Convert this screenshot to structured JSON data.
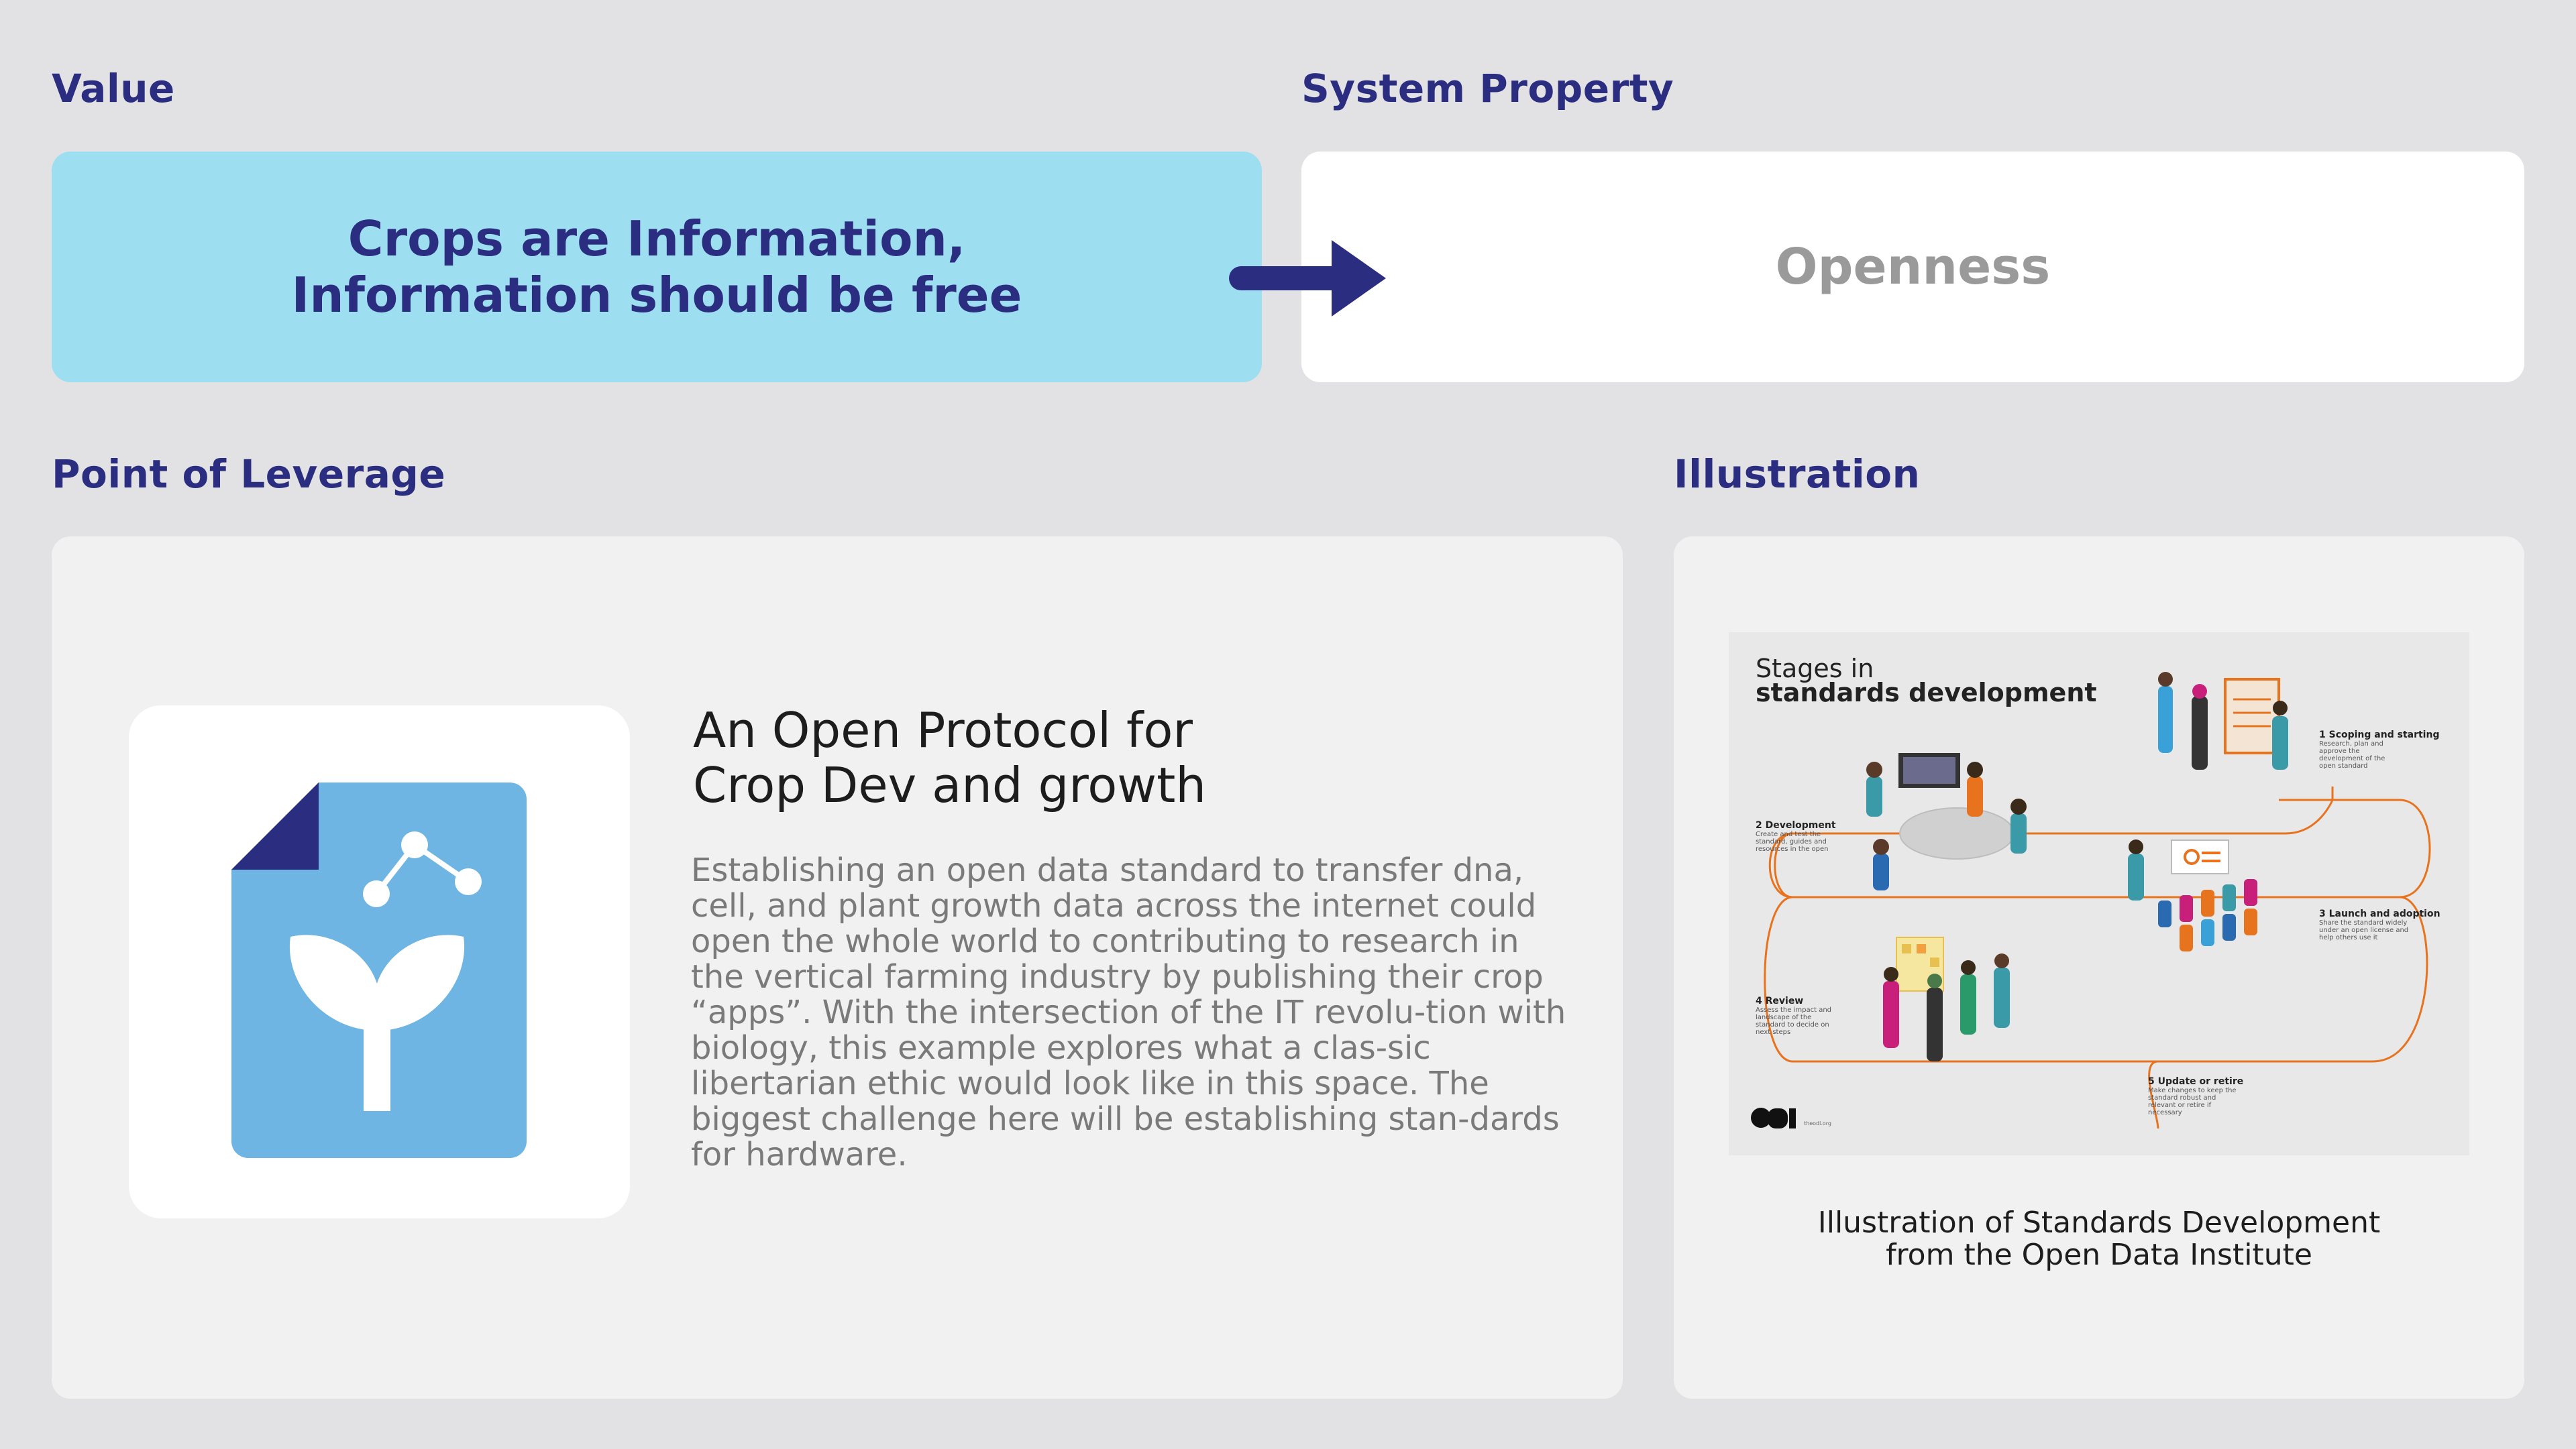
{
  "sections": {
    "value": "Value",
    "system_property": "System Property",
    "point_of_leverage": "Point of Leverage",
    "illustration": "Illustration"
  },
  "value_card": {
    "line1": "Crops are Information,",
    "line2": "Information should be free"
  },
  "system_property_card": {
    "text": "Openness"
  },
  "leverage": {
    "title_line1": "An Open Protocol for",
    "title_line2": "Crop Dev and growth",
    "body": "Establishing an open data standard to transfer dna, cell, and plant growth data across the internet could open the whole world to contributing to research in the vertical farming industry by publishing their crop “apps”. With the intersection of the IT revolu-tion with biology, this example explores what a clas-sic libertarian ethic would look like in this space. The biggest challenge here will be establishing stan-dards for hardware.",
    "icon": "document-plant-icon"
  },
  "illustration": {
    "caption_line1": "Illustration of Standards Development",
    "caption_line2": "from the Open Data Institute",
    "image": {
      "title_line1": "Stages in",
      "title_line2": "standards development",
      "stage1_title": "1 Scoping and starting",
      "stage1_desc": "Research, plan and approve the development of the open standard",
      "stage2_title": "2 Development",
      "stage2_desc": "Create and test the standard, guides and resources in the open",
      "stage3_title": "3 Launch and adoption",
      "stage3_desc": "Share the standard widely under an open license and help others use it",
      "stage4_title": "4 Review",
      "stage4_desc": "Assess the impact and landscape of the standard to decide on next steps",
      "stage5_title": "5 Update or retire",
      "stage5_desc": "Make changes to keep the standard robust and relevant or retire if necessary",
      "logo": "ODI",
      "logo_sub": "theodi.org"
    }
  },
  "colors": {
    "background": "#e2e2e4",
    "navy": "#2b2e80",
    "value_bg": "#9ddff1",
    "icon_blue": "#6fb5e3",
    "path_orange": "#e8731f"
  }
}
